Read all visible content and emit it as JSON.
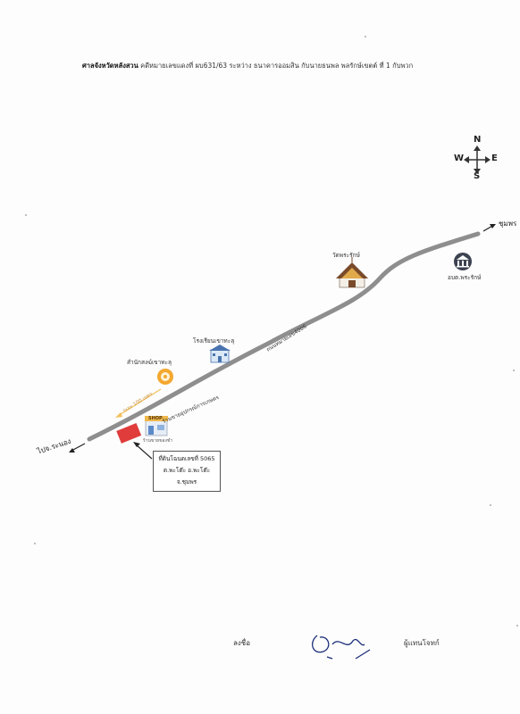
{
  "header": {
    "court": "ศาลจังหวัดหลังสวน",
    "case_text": "คดีหมายเลขแดงที่ ผบ631/63 ระหว่าง ธนาคารออมสิน  กับนายธนพล  พลรักษ์เขตต์ ที่ 1 กับพวก"
  },
  "compass": {
    "n": "N",
    "s": "S",
    "e": "E",
    "w": "W"
  },
  "directions": {
    "to_chumphon": "ชุมพร",
    "to_ranong": "ไปจ.ระนอง"
  },
  "road": {
    "name": "ถนนหมายเลข4006"
  },
  "landmarks": {
    "temple": "วัดพระรักษ์",
    "sao": "อบต.พระรักษ์",
    "school": "โรงเรียนเขาทะลุ",
    "office": "สำนักสงฆ์เขาทะลุ",
    "shop": "ร้านขายของชำ",
    "shop_sign": "SHOP",
    "shop_side_label": "ร้านขายอุปกรณ์การเกษตร",
    "distance": "ระยะ 100 เมตร"
  },
  "parcel": {
    "line1": "ที่ดินโฉนดเลขที่ 5065",
    "line2": "ต.พะโต๊ะ อ.พะโต๊ะ",
    "line3": "จ.ชุมพร"
  },
  "signature": {
    "sign_label": "ลงชื่อ",
    "role": "ผู้แทนโจทก์"
  },
  "colors": {
    "road": "#8e8e8e",
    "parcel": "#e03c3c",
    "distance_arrow": "#f2c05a",
    "office_icon": "#f4a830",
    "signature_ink": "#1c2f7a"
  }
}
